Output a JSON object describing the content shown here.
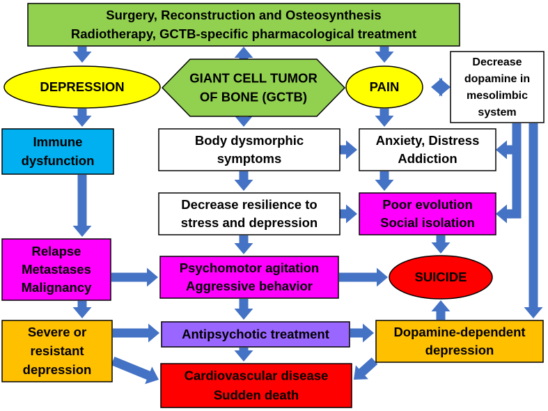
{
  "colors": {
    "arrow": "#4472C4",
    "green": "#92D050",
    "yellow": "#FFFF00",
    "cyan": "#00B0F0",
    "magenta": "#FF00FF",
    "orange": "#FFC000",
    "purple": "#9966FF",
    "red": "#FF0000",
    "white": "#FFFFFF"
  },
  "nodes": {
    "treatment": [
      "Surgery, Reconstruction and Osteosynthesis",
      "Radiotherapy, GCTB-specific pharmacological treatment"
    ],
    "depression": [
      "DEPRESSION"
    ],
    "gctb": [
      "GIANT CELL TUMOR",
      "OF BONE (GCTB)"
    ],
    "pain": [
      "PAIN"
    ],
    "dopamine_decrease": [
      "Decrease",
      "dopamine in",
      "mesolimbic",
      "system"
    ],
    "immune": [
      "Immune",
      "dysfunction"
    ],
    "body_dysmorphic": [
      "Body dysmorphic",
      "symptoms"
    ],
    "anxiety": [
      "Anxiety, Distress",
      "Addiction"
    ],
    "resilience": [
      "Decrease resilience to",
      "stress and depression"
    ],
    "poor_evolution": [
      "Poor evolution",
      "Social isolation"
    ],
    "relapse": [
      "Relapse",
      "Metastases",
      "Malignancy"
    ],
    "psychomotor": [
      "Psychomotor agitation",
      "Aggressive behavior"
    ],
    "suicide": [
      "SUICIDE"
    ],
    "severe": [
      "Severe or",
      "resistant",
      "depression"
    ],
    "antipsychotic": [
      "Antipsychotic treatment"
    ],
    "dopamine_dependent": [
      "Dopamine-dependent",
      "depression"
    ],
    "cardio": [
      "Cardiovascular disease",
      "Sudden death"
    ]
  }
}
